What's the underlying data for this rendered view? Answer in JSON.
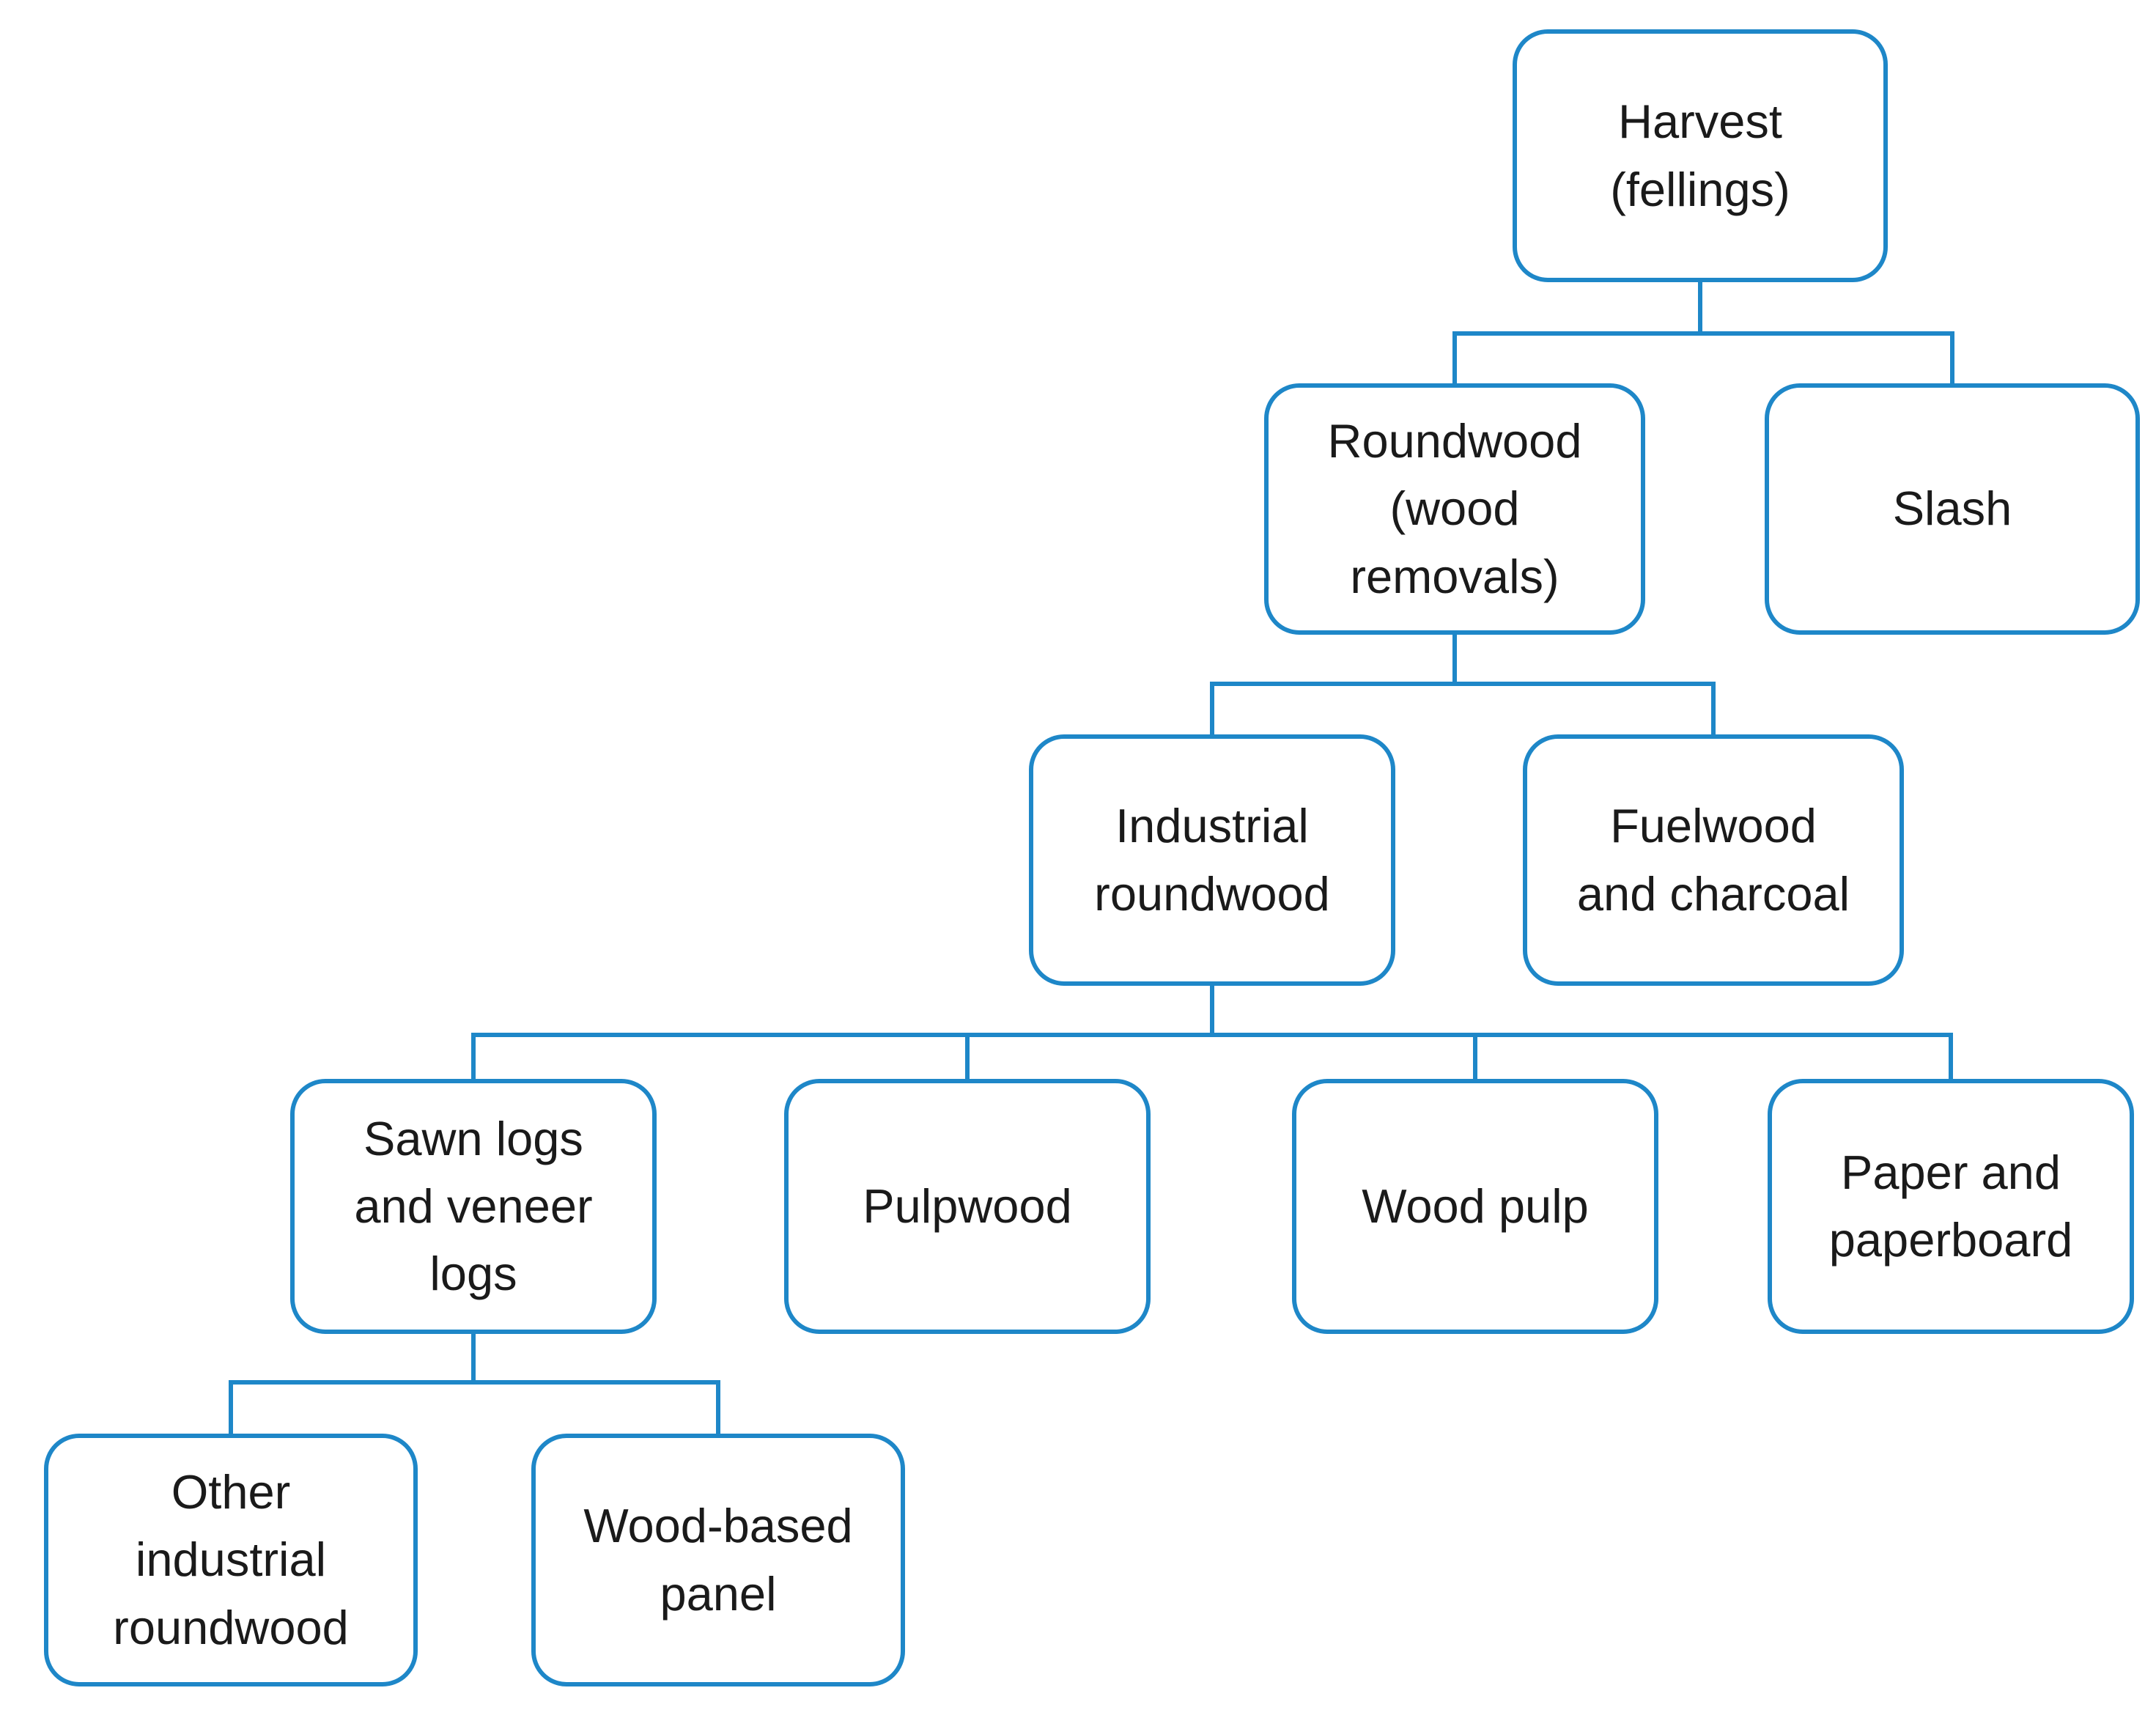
{
  "diagram": {
    "type": "tree",
    "colors": {
      "line": "#1E87C8",
      "text": "#1A1A1A",
      "background": "#FFFFFF",
      "node_fill": "#FFFFFF"
    },
    "nodes": {
      "harvest": {
        "label": "Harvest\n(fellings)"
      },
      "roundwood": {
        "label": "Roundwood\n(wood\nremovals)"
      },
      "slash": {
        "label": "Slash"
      },
      "industrial_roundwood": {
        "label": "Industrial\nroundwood"
      },
      "fuelwood_charcoal": {
        "label": "Fuelwood\nand charcoal"
      },
      "sawn_veneer_logs": {
        "label": "Sawn logs\nand veneer\nlogs"
      },
      "pulpwood": {
        "label": "Pulpwood"
      },
      "wood_pulp": {
        "label": "Wood pulp"
      },
      "paper_paperboard": {
        "label": "Paper and\npaperboard"
      },
      "other_industrial_roundwood": {
        "label": "Other\nindustrial\nroundwood"
      },
      "wood_based_panel": {
        "label": "Wood-based\npanel"
      }
    },
    "edges": [
      {
        "parent": "harvest",
        "children": [
          "roundwood",
          "slash"
        ]
      },
      {
        "parent": "roundwood",
        "children": [
          "industrial_roundwood",
          "fuelwood_charcoal"
        ]
      },
      {
        "parent": "industrial_roundwood",
        "children": [
          "sawn_veneer_logs",
          "pulpwood",
          "wood_pulp",
          "paper_paperboard"
        ]
      },
      {
        "parent": "sawn_veneer_logs",
        "children": [
          "other_industrial_roundwood",
          "wood_based_panel"
        ]
      }
    ]
  }
}
